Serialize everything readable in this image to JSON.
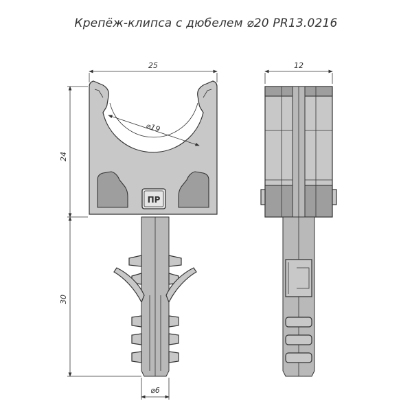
{
  "title": "Крепёж-клипса с дюбелем ⌀20 PR13.0216",
  "dimensions": {
    "width": "25",
    "height_clip": "24",
    "height_dowel": "30",
    "inner_diameter": "⌀19",
    "depth": "12",
    "dowel_diameter": "⌀6"
  },
  "logo_text": "ПР"
}
